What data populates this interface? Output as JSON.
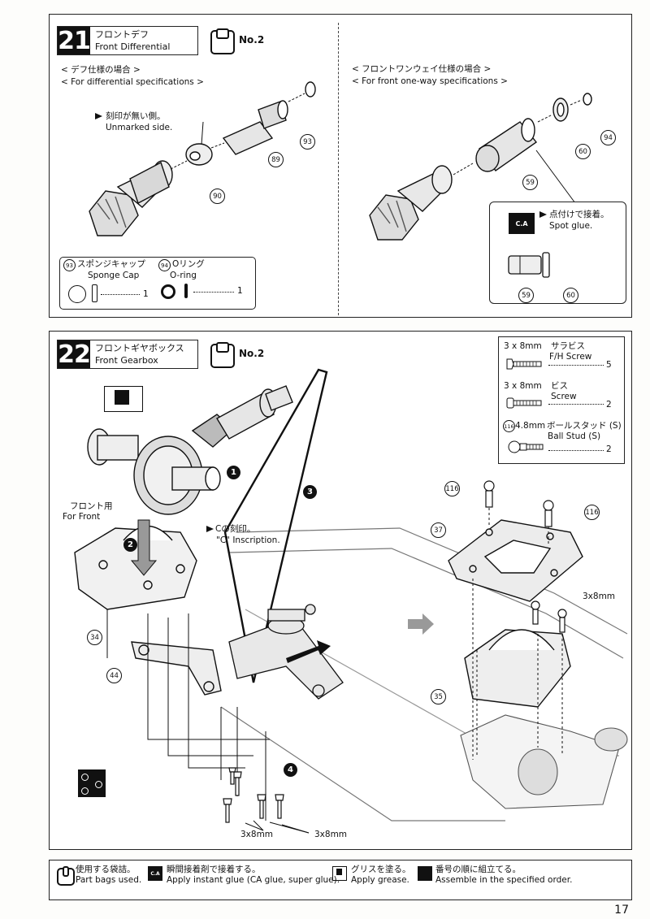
{
  "step21": {
    "number": "21",
    "title_jp": "フロントデフ",
    "title_en": "Front Differential",
    "bag": "No.2",
    "left": {
      "heading_jp": "< デフ仕様の場合 >",
      "heading_en": "< For differential specifications >",
      "note_jp": "刻印が無い側。",
      "note_en": "Unmarked side.",
      "parts": [
        "93",
        "89",
        "90"
      ]
    },
    "right": {
      "heading_jp": "< フロントワンウェイ仕様の場合 >",
      "heading_en": "< For front one-way specifications >",
      "parts": [
        "94",
        "60",
        "59"
      ],
      "glue_jp": "点付けで接着。",
      "glue_en": "Spot glue.",
      "glue_icon": "C.A",
      "detail_parts": [
        "59",
        "60"
      ]
    },
    "parts_list": [
      {
        "num": "93",
        "name_jp": "スポンジキャップ",
        "name_en": "Sponge Cap",
        "qty": "1"
      },
      {
        "num": "94",
        "name_jp": "Oリング",
        "name_en": "O-ring",
        "qty": "1"
      }
    ]
  },
  "step22": {
    "number": "22",
    "title_jp": "フロントギヤボックス",
    "title_en": "Front Gearbox",
    "bag": "No.2",
    "label_front_jp": "フロント用",
    "label_front_en": "For Front",
    "note_c_jp": "Cの刻印。",
    "note_c_en": "\"C\" Inscription.",
    "order_steps": [
      "1",
      "2",
      "3",
      "4"
    ],
    "parts": [
      "34",
      "44",
      "37",
      "35",
      "116",
      "116"
    ],
    "screw_labels": [
      "3x8mm",
      "3x8mm",
      "3x8mm"
    ],
    "hardware": [
      {
        "size": "3 x 8mm",
        "name_jp": "サラビス",
        "name_en": "F/H Screw",
        "qty": "5"
      },
      {
        "size": "3 x 8mm",
        "name_jp": "ビス",
        "name_en": "Screw",
        "qty": "2"
      },
      {
        "size": "4.8mm",
        "num": "116",
        "name_jp": "ボールスタッド (S)",
        "name_en": "Ball Stud (S)",
        "qty": "2"
      }
    ]
  },
  "legend": [
    {
      "icon": "bag-icon",
      "jp": "使用する袋詰。",
      "en": "Part bags used."
    },
    {
      "icon": "ca-glue-icon",
      "jp": "瞬間接着剤で接着する。",
      "en": "Apply instant glue (CA glue, super glue)."
    },
    {
      "icon": "grease-icon",
      "jp": "グリスを塗る。",
      "en": "Apply grease."
    },
    {
      "icon": "order-icon",
      "jp": "番号の順に組立てる。",
      "en": "Assemble in the specified order."
    }
  ],
  "page_number": "17"
}
